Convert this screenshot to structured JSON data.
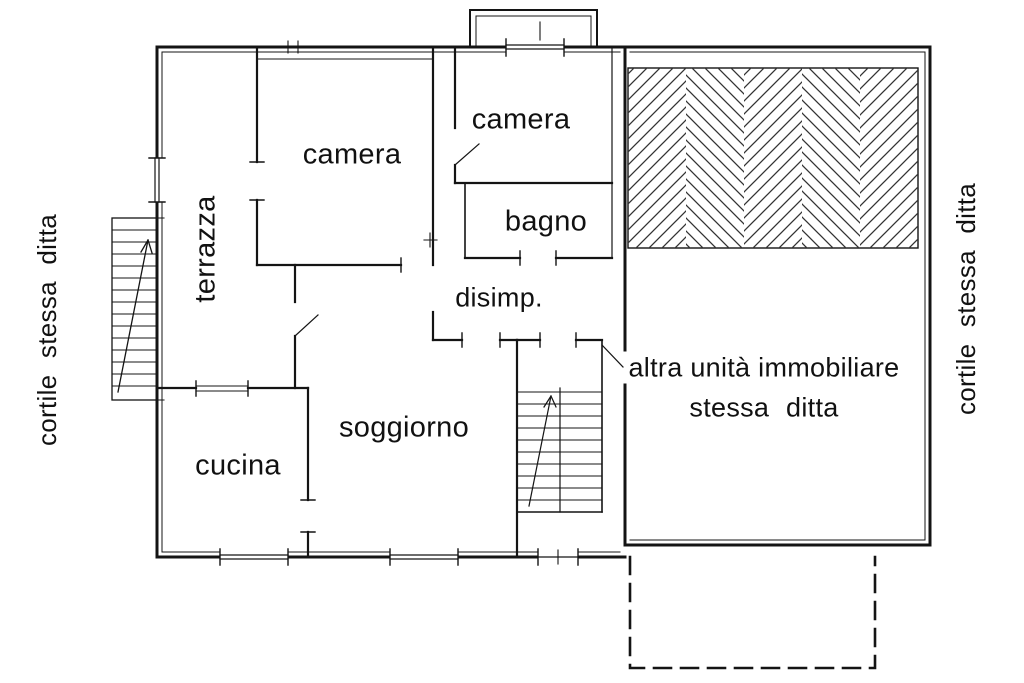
{
  "plan": {
    "rooms": {
      "camera_top_left": "camera",
      "camera_top_right": "camera",
      "bagno": "bagno",
      "disimp": "disimp.",
      "terrazza": "terrazza",
      "cucina": "cucina",
      "soggiorno": "soggiorno"
    },
    "other_unit": {
      "line1": "altra unità immobiliare",
      "line2": "stessa ditta"
    },
    "courtyards": {
      "left": "cortile stessa ditta",
      "right": "cortile stessa ditta"
    }
  },
  "colors": {
    "ink": "#141414",
    "paper": "#ffffff"
  }
}
